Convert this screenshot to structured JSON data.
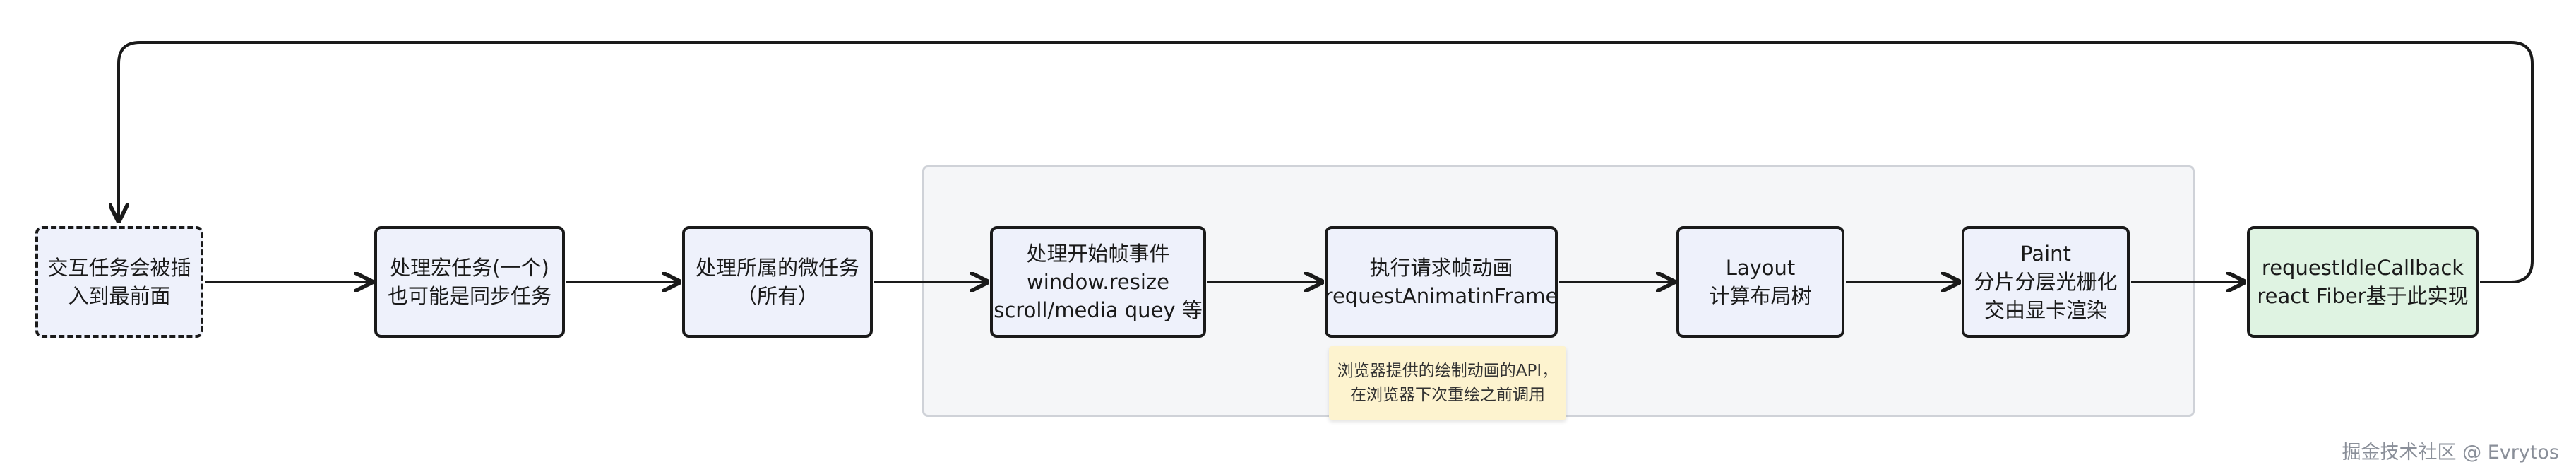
{
  "nodes": [
    {
      "id": "n1",
      "lines": [
        "交互任务会被插",
        "入到最前面"
      ]
    },
    {
      "id": "n2",
      "lines": [
        "处理宏任务(一个)",
        "也可能是同步任务"
      ]
    },
    {
      "id": "n3",
      "lines": [
        "处理所属的微任务",
        "（所有）"
      ]
    },
    {
      "id": "n4",
      "lines": [
        "处理开始帧事件",
        "window.resize",
        "scroll/media quey 等"
      ]
    },
    {
      "id": "n5",
      "lines": [
        "执行请求帧动画",
        "requestAnimatinFrame"
      ]
    },
    {
      "id": "n6",
      "lines": [
        "Layout",
        "计算布局树"
      ]
    },
    {
      "id": "n7",
      "lines": [
        "Paint",
        "分片分层光栅化",
        "交由显卡渲染"
      ]
    },
    {
      "id": "n8",
      "lines": [
        "requestIdleCallback",
        "react Fiber基于此实现"
      ]
    }
  ],
  "note": {
    "lines": [
      "浏览器提供的绘制动画的API，",
      "在浏览器下次重绘之前调用"
    ]
  },
  "watermark": "掘金技术社区 @ Evrytos",
  "colors": {
    "stroke": "#1a1a1a",
    "node_fill": "#eef1fb",
    "final_fill": "#dff3e2",
    "group_fill": "#f5f6f8",
    "note_fill": "#fdf3cf"
  }
}
